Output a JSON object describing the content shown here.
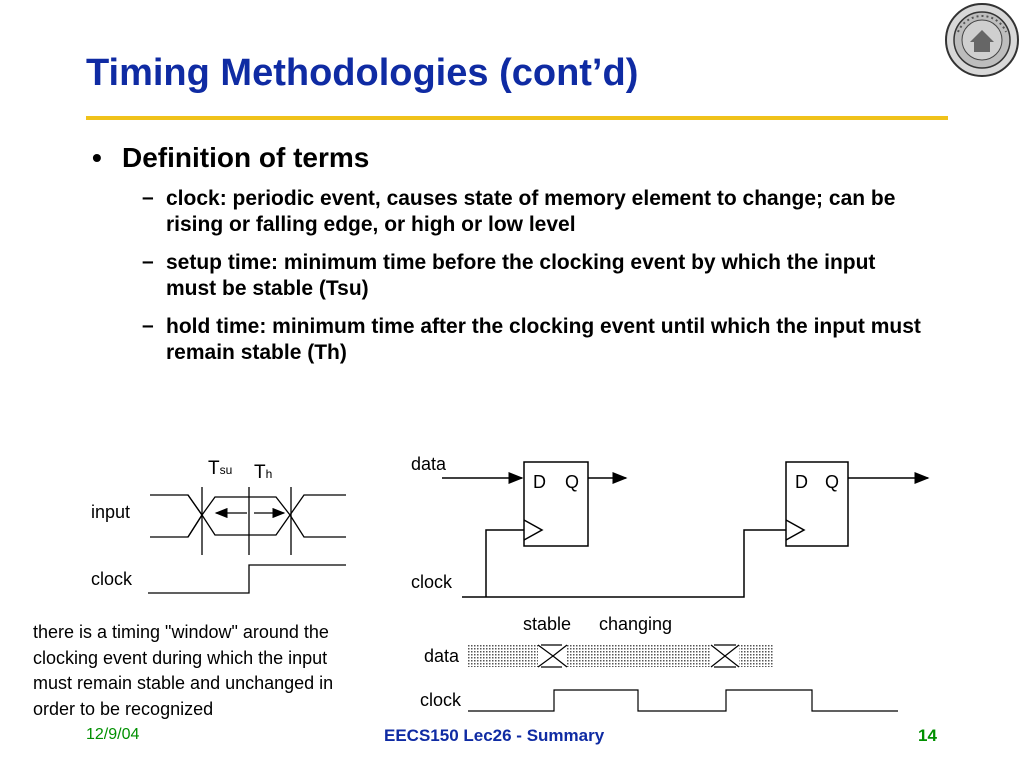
{
  "slide": {
    "title": "Timing Methodologies (cont’d)",
    "bullet": "Definition of terms",
    "sub_items": [
      {
        "text": "clock: periodic event, causes state of memory element to change; can be rising or falling edge, or high or low level"
      },
      {
        "text": "setup time: minimum time before the clocking event by which the input must be stable (Tsu)"
      },
      {
        "text": "hold time: minimum time after the clocking event until which the input must remain stable (Th)"
      }
    ],
    "dash": "–"
  },
  "timing_diagram": {
    "tsu_T": "T",
    "tsu_sub": "su",
    "th_T": "T",
    "th_sub": "h",
    "input_label": "input",
    "clock_label": "clock"
  },
  "caption": "there is a timing \"window\" around the clocking event during which the input must remain stable and unchanged in order to be recognized",
  "circuit": {
    "data_label": "data",
    "clock_label": "clock",
    "ff1": {
      "d": "D",
      "q": "Q"
    },
    "ff2": {
      "d": "D",
      "q": "Q"
    }
  },
  "waveform": {
    "stable_label": "stable",
    "changing_label": "changing",
    "data_label": "data",
    "clock_label": "clock"
  },
  "footer": {
    "date": "12/9/04",
    "course": "EECS150 Lec26 - Summary",
    "page": "14"
  },
  "colors": {
    "title": "#0f2ba3",
    "rule": "#f0c21a",
    "footer_green": "#009000"
  }
}
